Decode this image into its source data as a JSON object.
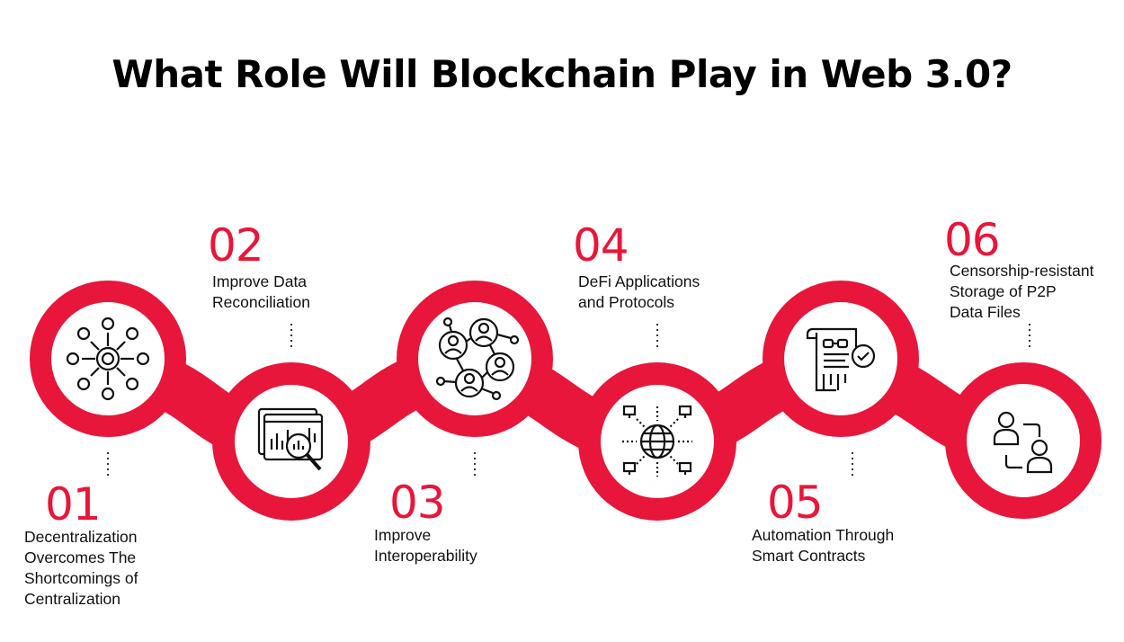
{
  "title": "What Role Will Blockchain Play in Web 3.0?",
  "accent_color": "#e8163a",
  "steps": [
    {
      "number": "01",
      "label": "Decentralization\nOvercomes The\nShortcomings of\nCentralization",
      "icon": "decentralized-network-icon"
    },
    {
      "number": "02",
      "label": "Improve Data\nReconciliation",
      "icon": "data-analysis-icon"
    },
    {
      "number": "03",
      "label": "Improve\nInteroperability",
      "icon": "connected-users-icon"
    },
    {
      "number": "04",
      "label": "DeFi Applications\n and Protocols",
      "icon": "global-network-icon"
    },
    {
      "number": "05",
      "label": "Automation Through\nSmart Contracts",
      "icon": "smart-contract-icon"
    },
    {
      "number": "06",
      "label": "Censorship-resistant\nStorage of P2P\nData Files",
      "icon": "p2p-users-icon"
    }
  ]
}
